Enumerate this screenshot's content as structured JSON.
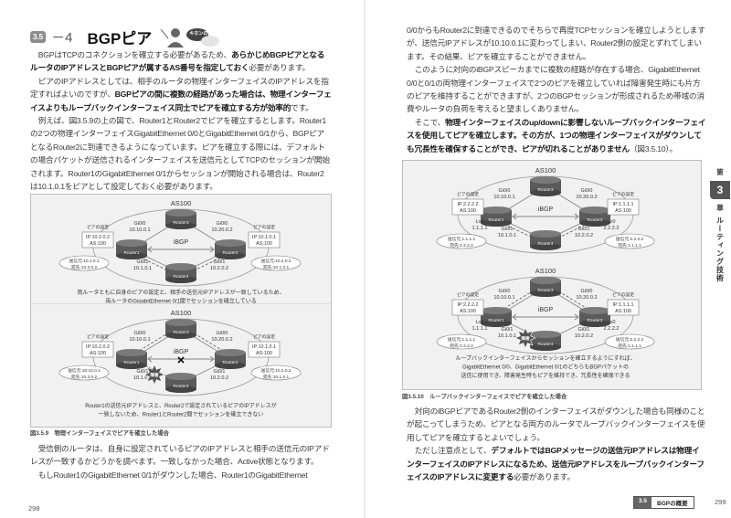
{
  "left_page": {
    "section_number": "3.5",
    "section_dash": "－4",
    "section_title": "BGPピア",
    "kihon_badge": "キホンのキ",
    "intro_paragraphs": [
      [
        {
          "t": "BGPはTCPのコネクションを確立する必要があるため、"
        },
        {
          "t": "あらかじめBGPピアとなるルータのIPアドレスとBGPピアが属するAS番号を指定しておく",
          "b": true
        },
        {
          "t": "必要があります。"
        }
      ],
      [
        {
          "t": "ピアのIPアドレスとしては、相手のルータの物理インターフェイスのIPアドレスを指定すればよいのですが、"
        },
        {
          "t": "BGPピアの間に複数の経路があった場合は、物理インターフェイスよりもループバックインターフェイス同士でピアを確立する方が効率的",
          "b": true
        },
        {
          "t": "です。"
        }
      ],
      [
        {
          "t": "例えば、図3.5.9の上の図で、Router1とRouter2でピアを確立するとします。Router1の2つの物理インターフェイスGigabitEthernet 0/0とGigabitEthernet 0/1から、BGPピアとなるRouter2に到達できるようになっています。ピアを確立する際には、デフォルトの場合パケットが送信されるインターフェイスを送信元としてTCPのセッションが開始されます。Router1のGigabitEthernet 0/1からセッションが開始される場合は、Router2は10.1.0.1をピアとして設定しておく必要があります。"
        }
      ]
    ],
    "after_paragraphs": [
      [
        {
          "t": "受信側のルータは、自身に設定されているピアのIPアドレスと相手の送信元のIPアドレスが一致するかどうかを調べます。一致しなかった場合、Active状態となります。"
        }
      ],
      [
        {
          "t": "もしRouter1のGigabitEthernet 0/1がダウンした場合、Router1のGigabitEthernet"
        }
      ]
    ],
    "figure_caption": "図3.5.9　物理インターフェイスでピアを確立した場合",
    "page_number": "298"
  },
  "right_page": {
    "paragraphs": [
      [
        {
          "t": "0/0からもRouter2に到達できるのでそちらで再度TCPセッションを確立しようとしますが、送信元IPアドレスが10.10.0.1に変わってしまい、Router2側の設定とずれてしまいます。その結果、ピアを確立することができません。"
        }
      ],
      [
        {
          "t": "このように対向のiBGPスピーカまでに複数の経路が存在する場合、GigabitEthernet 0/0と0/1の両物理インターフェイスで2つのピアを確立していれば障害発生時にも片方のピアを維持することができますが、2つのBGPセッションが形成されるため帯域の消費やルータの負荷を考えると望ましくありません。"
        }
      ],
      [
        {
          "t": "そこで、"
        },
        {
          "t": "物理インターフェイスのup/downに影響しないループバックインターフェイスを使用してピアを確立します。その方が、1つの物理インターフェイスがダウンしても冗長性を確保することができ、ピアが切れることがありません",
          "b": true
        },
        {
          "t": "（図3.5.10）。"
        }
      ]
    ],
    "after_paragraphs": [
      [
        {
          "t": "対向のiBGPピアであるRouter2側のインターフェイスがダウンした場合も同様のことが起こってしまうため、ピアとなる両方のルータでループバックインターフェイスを使用してピアを確立するとよいでしょう。"
        }
      ],
      [
        {
          "t": "ただし注意点として、"
        },
        {
          "t": "デフォルトではBGPメッセージの送信元IPアドレスは物理インターフェイスのIPアドレスになるため、送信元IPアドレスをループバックインターフェイスのIPアドレスに変更する",
          "b": true
        },
        {
          "t": "必要があります。"
        }
      ]
    ],
    "figure_caption": "図3.5.10　ループバックインターフェイスでピアを確立した場合",
    "footer_section": "3.5",
    "footer_title": "BGPの概要",
    "page_number": "299",
    "side_tab": {
      "top": "第",
      "chapter": "3",
      "mid": "章",
      "title": "ルーティング技術"
    }
  },
  "diagrams": [
    {
      "as_label": "AS100",
      "protocol_label": "iBGP",
      "routers": [
        "Router1",
        "Router2",
        "Router3",
        "Router4"
      ],
      "r1_gi00": [
        "Gi0/0",
        "10.10.0.1"
      ],
      "r2_gi00": [
        "Gi0/0",
        "10.20.0.2"
      ],
      "r1_gi01": [
        "Gi0/1",
        "10.1.0.1"
      ],
      "r2_gi01": [
        "Gi0/1",
        "10.2.0.2"
      ],
      "peer_title": "ピアの設定",
      "left_peer": [
        "IP:10.2.0.2",
        "AS:100"
      ],
      "right_peer": [
        "IP:10.1.0.1",
        "AS:100"
      ],
      "left_session": [
        "送信元:10.1.0.1",
        "宛先:10.2.0.2"
      ],
      "right_session": [
        "送信元:10.2.0.2",
        "宛先:10.1.0.1"
      ],
      "caption": [
        "両ルータともに自身のピアの設定と、相手の送信元IPアドレスが一致しているため、",
        "両ルータのGigabitEthernet 0/1間でセッションを確立している"
      ]
    },
    {
      "as_label": "AS100",
      "protocol_label": "iBGP",
      "routers": [
        "Router1",
        "Router2",
        "Router3",
        "Router4"
      ],
      "r1_gi00": [
        "Gi0/0",
        "10.10.0.1"
      ],
      "r2_gi00": [
        "Gi0/0",
        "10.20.0.2"
      ],
      "r1_gi01": [
        "Gi0/1",
        "10.1.0.1"
      ],
      "r2_gi01": [
        "Gi0/1",
        "10.2.0.2"
      ],
      "peer_title": "ピアの設定",
      "left_peer": [
        "IP:10.2.0.2",
        "AS:100"
      ],
      "right_peer": [
        "IP:10.1.0.1",
        "AS:100"
      ],
      "left_session": [
        "送信元:10.10.0.1",
        "宛先:10.2.0.2"
      ],
      "right_session": [
        "送信元:10.2.0.2",
        "宛先:10.1.0.1"
      ],
      "failure_label": "障害",
      "caption": [
        "Router1の送信元IPアドレスと、Router2で設定されているピアのIPアドレスが",
        "一致しないため、Router1とRouter2間でセッションを確立できない"
      ]
    },
    {
      "as_label": "AS100",
      "protocol_label": "iBGP",
      "routers": [
        "Router1",
        "Router2",
        "Router3",
        "Router4"
      ],
      "r1_gi00": [
        "Gi0/0",
        "10.10.0.1"
      ],
      "r2_gi00": [
        "Gi0/0",
        "10.20.0.2"
      ],
      "r1_gi01": [
        "Gi0/1",
        "10.1.0.1"
      ],
      "r2_gi01": [
        "Gi0/1",
        "10.2.0.2"
      ],
      "r1_lo0": [
        "Lo0",
        "1.1.1.1"
      ],
      "r2_lo0": [
        "Lo0",
        "2.2.2.2"
      ],
      "peer_title": "ピアの設定",
      "left_peer": [
        "IP:2.2.2.2",
        "AS:100"
      ],
      "right_peer": [
        "IP:1.1.1.1",
        "AS:100"
      ],
      "left_session": [
        "送信元:1.1.1.1",
        "宛先:2.2.2.2"
      ],
      "right_session": [
        "送信元:2.2.2.2",
        "宛先:1.1.1.1"
      ],
      "caption": []
    },
    {
      "as_label": "AS100",
      "protocol_label": "iBGP",
      "routers": [
        "Router1",
        "Router2",
        "Router3",
        "Router4"
      ],
      "r1_gi00": [
        "Gi0/0",
        "10.10.0.1"
      ],
      "r2_gi00": [
        "Gi0/0",
        "10.20.0.2"
      ],
      "r1_gi01": [
        "Gi0/1",
        "10.1.0.1"
      ],
      "r2_gi01": [
        "Gi0/1",
        "10.2.0.2"
      ],
      "r1_lo0": [
        "Lo0",
        "1.1.1.1"
      ],
      "r2_lo0": [
        "Lo0",
        "2.2.2.2"
      ],
      "peer_title": "ピアの設定",
      "left_peer": [
        "IP:2.2.2.2",
        "AS:100"
      ],
      "right_peer": [
        "IP:1.1.1.1",
        "AS:100"
      ],
      "left_session": [
        "送信元:1.1.1.1",
        "宛先:2.2.2.2"
      ],
      "right_session": [
        "送信元:2.2.2.2",
        "宛先:1.1.1.1"
      ],
      "failure_label": "障害",
      "caption": [
        "ループバックインターフェイスからセッションを確立するようにすれば、",
        "GigabitEthernet 0/0、GigabitEthernet 0/1のどちらもBGPパケットの",
        "送信に使用でき、障害発生時もピアを維持でき、冗長性を確保できる"
      ]
    }
  ],
  "colors": {
    "router": "#5a5a5a",
    "figure_bg": "#f1f1f1",
    "badge": "#8d8d8d"
  }
}
